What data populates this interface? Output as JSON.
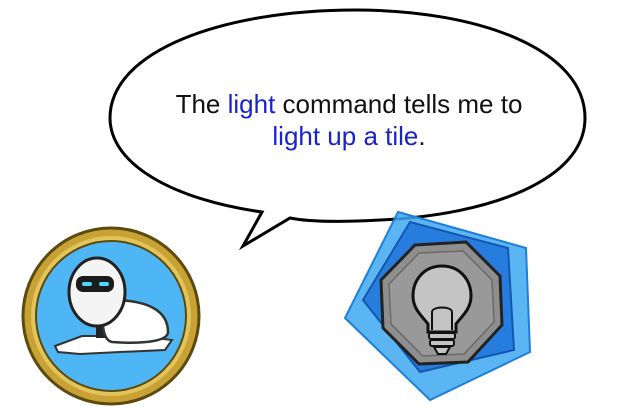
{
  "speech_bubble": {
    "line1_prefix": "The ",
    "line1_keyword": "light",
    "line1_suffix": " command tells me to",
    "line2_keyword": "light up a tile",
    "line2_suffix": "."
  },
  "colors": {
    "keyword": "#1a22cc",
    "text": "#111111",
    "badge_ring": "#c8a234",
    "badge_fill": "#4fb6f5",
    "tile_blue_light": "#3ea8f0",
    "tile_blue_dark": "#1a6fd8",
    "octagon_gray": "#8e8e8e"
  },
  "icons": {
    "character": "robot-avatar-icon",
    "command": "lightbulb-icon"
  }
}
